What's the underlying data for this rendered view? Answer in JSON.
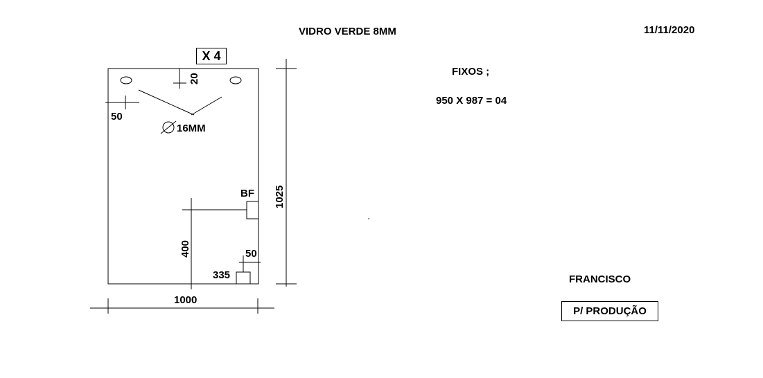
{
  "header": {
    "title": "VIDRO  VERDE 8MM",
    "date": "11/11/2020"
  },
  "drawing": {
    "quantity_badge": "X 4",
    "hole_diameter": "16MM",
    "dim_hole_top": "20",
    "dim_hole_side": "50",
    "label_bf": "BF",
    "dim_height": "1025",
    "dim_width": "1000",
    "dim_400": "400",
    "dim_50_bottom": "50",
    "dim_335": "335"
  },
  "summary": {
    "heading": "FIXOS  ;",
    "line": "950 X 987 = 04"
  },
  "footer": {
    "author": "FRANCISCO",
    "stamp": "P/ PRODUÇÃO"
  }
}
